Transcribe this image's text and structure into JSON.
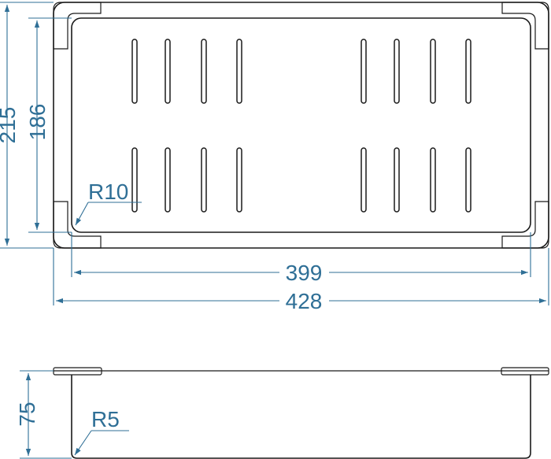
{
  "dimensions": {
    "outer_height": "215",
    "inner_height": "186",
    "inner_width": "399",
    "outer_width": "428",
    "corner_radius_top": "R10",
    "depth": "75",
    "corner_radius_side": "R5"
  },
  "colors": {
    "dimension": "#2f6f96",
    "outline": "#1a1a1a",
    "background": "#ffffff"
  }
}
